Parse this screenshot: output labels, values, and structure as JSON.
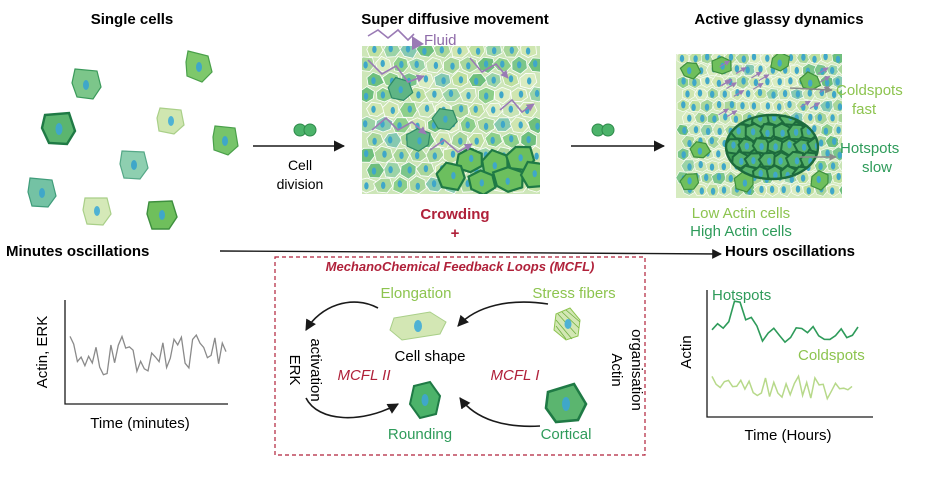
{
  "headings": {
    "single_cells": "Single cells",
    "super_diffusive": "Super diffusive movement",
    "active_glassy": "Active glassy dynamics"
  },
  "labels": {
    "fluid": "Fluid",
    "cell_division_1": "Cell",
    "cell_division_2": "division",
    "crowding": "Crowding",
    "plus": "+",
    "coldspots_fast_1": "Coldspots",
    "coldspots_fast_2": "fast",
    "hotspots_slow_1": "Hotspots",
    "hotspots_slow_2": "slow",
    "low_actin": "Low Actin cells",
    "high_actin": "High Actin cells",
    "minutes_osc": "Minutes oscillations",
    "hours_osc": "Hours  oscillations"
  },
  "mcfl": {
    "title": "MechanoChemical Feedback Loops (MCFL)",
    "elongation": "Elongation",
    "stress_fibers": "Stress fibers",
    "cell_shape": "Cell shape",
    "mcfl2": "MCFL II",
    "mcfl1": "MCFL I",
    "erk_1": "ERK",
    "erk_2": "activation",
    "actin_1": "Actin",
    "actin_2": "organisation",
    "rounding": "Rounding",
    "cortical": "Cortical"
  },
  "plot_left": {
    "ylabel": "Actin, ERK",
    "xlabel": "Time (minutes)"
  },
  "plot_right": {
    "ylabel": "Actin",
    "xlabel": "Time (Hours)",
    "hot_label": "Hotspots",
    "cold_label": "Coldspots"
  },
  "colors": {
    "dark_green": "#2e9b5a",
    "light_green": "#8dc44f",
    "red": "#b0213a",
    "purple": "#8e6aa8",
    "grey_trace": "#8a8a8a"
  }
}
